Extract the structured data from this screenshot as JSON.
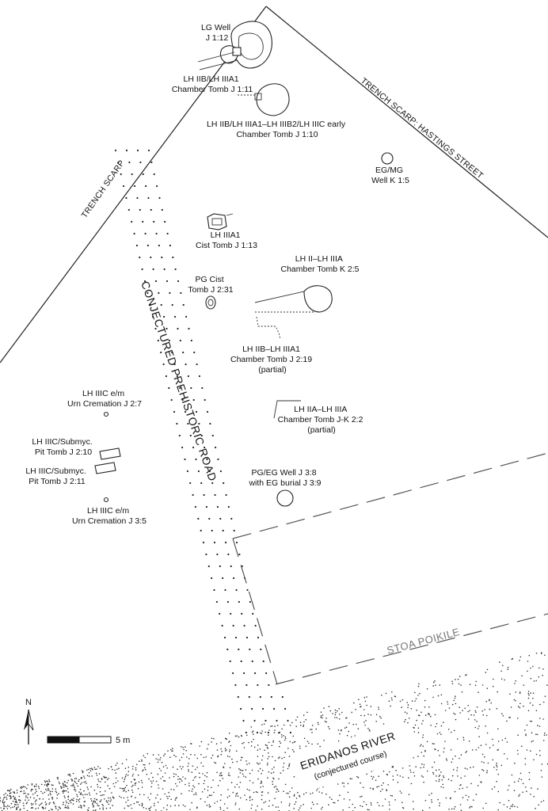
{
  "scarps": {
    "west": "TRENCH SCARP",
    "east": "TRENCH SCARP: HASTINGS STREET"
  },
  "road_label": "CONJECTURED PREHISTORIC  ROAD",
  "stoa_label": "STOA POIKILE",
  "river": {
    "name": "ERIDANOS RIVER",
    "note": "(conjectured course)"
  },
  "north_label": "N",
  "scale_label": "5 m",
  "features": [
    {
      "id": "lg-well",
      "lines": [
        "LG Well",
        "J 1:12"
      ]
    },
    {
      "id": "chamber-j-1-11",
      "lines": [
        "LH IIB/LH IIIA1",
        "Chamber Tomb J 1:11"
      ]
    },
    {
      "id": "chamber-j-1-10",
      "lines": [
        "LH IIB/LH IIIA1–LH IIIB2/LH IIIC early",
        "Chamber Tomb J 1:10"
      ]
    },
    {
      "id": "well-k-1-5",
      "lines": [
        "EG/MG",
        "Well K 1:5"
      ]
    },
    {
      "id": "cist-j-1-13",
      "lines": [
        "LH IIIA1",
        "Cist Tomb J 1:13"
      ]
    },
    {
      "id": "chamber-k-2-5",
      "lines": [
        "LH II–LH IIIA",
        "Chamber Tomb K 2:5"
      ]
    },
    {
      "id": "pg-cist-j-2-31",
      "lines": [
        "PG Cist",
        "Tomb J 2:31"
      ]
    },
    {
      "id": "chamber-j-2-19",
      "lines": [
        "LH IIB–LH IIIA1",
        "Chamber Tomb J 2:19",
        "(partial)"
      ]
    },
    {
      "id": "chamber-jk-2-2",
      "lines": [
        "LH IIA–LH IIIA",
        "Chamber Tomb J-K 2:2",
        "(partial)"
      ]
    },
    {
      "id": "cremation-j-2-7",
      "lines": [
        "LH IIIC e/m",
        "Urn Cremation J 2:7"
      ]
    },
    {
      "id": "pit-j-2-10",
      "lines": [
        "LH IIIC/Submyc.",
        "Pit Tomb J 2:10"
      ]
    },
    {
      "id": "pit-j-2-11",
      "lines": [
        "LH IIIC/Submyc.",
        "Pit Tomb J 2:11"
      ]
    },
    {
      "id": "well-j-3-8",
      "lines": [
        "PG/EG Well J 3:8",
        "with EG burial J 3:9"
      ]
    },
    {
      "id": "cremation-j-3-5",
      "lines": [
        "LH IIIC e/m",
        "Urn Cremation J 3:5"
      ]
    }
  ]
}
